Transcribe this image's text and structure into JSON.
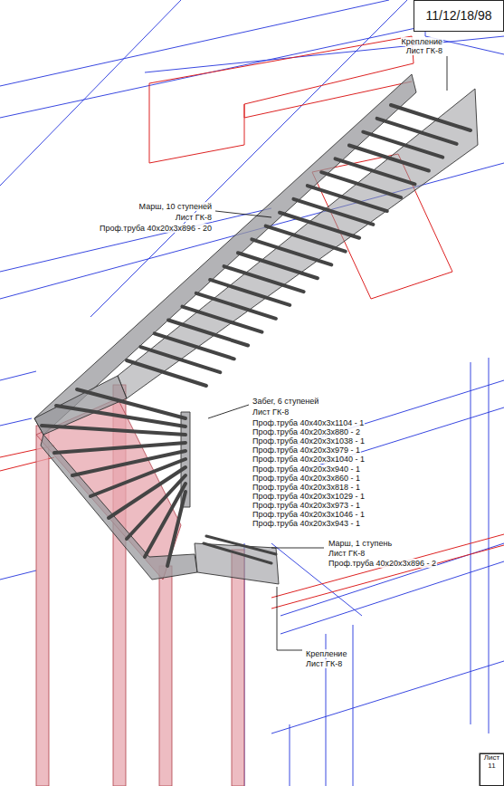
{
  "diagram": {
    "nodes": [
      {
        "text": [
          "11/12/18/98"
        ]
      },
      {
        "text": [
          "Лист",
          "11"
        ]
      }
    ],
    "labels": [
      "Крепление",
      "Лист ГК-8",
      "Марш, 10 ступеней",
      "Лист ГК-8",
      "Проф.труба 40x20x3x896 - 20",
      "Забег, 6 ступеней",
      "Лист ГК-8",
      "Проф.труба 40x40x3x1104 - 1",
      "Проф.труба 40x20x3x880 - 2",
      "Проф.труба 40x20x3x1038 - 1",
      "Проф.труба 40x20x3x979 - 1",
      "Проф.труба 40x20x3x1040 - 1",
      "Проф.труба 40x20x3x940 - 1",
      "Проф.труба 40x20x3x860 - 1",
      "Проф.труба 40x20x3x818 - 1",
      "Проф.труба 40x20x3x1029 - 1",
      "Проф.труба 40x20x3x973 - 1",
      "Проф.труба 40x20x3x1046 - 1",
      "Проф.труба 40x20x3x943 - 1",
      "Марш, 1 ступень",
      "Лист ГК-8",
      "Проф.труба 40x20x3x896 - 2",
      "Крепление",
      "Лист ГК-8"
    ]
  }
}
